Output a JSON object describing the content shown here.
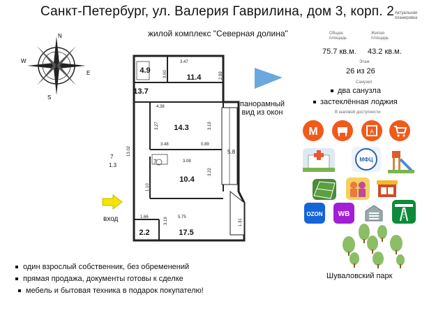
{
  "header": {
    "title": "Санкт-Петербург, ул. Валерия Гаврилина, дом 3, корп. 2",
    "subtitle": "жилой комплекс \"Северная долина\"",
    "badge": "Актуальная планировка"
  },
  "stats": {
    "total_area_label": "Общая площадь",
    "total_area_value": "75.7 кв.м.",
    "living_area_label": "Жилая площадь",
    "living_area_value": "43.2 кв.м.",
    "floor_label": "Этаж",
    "floor_value": "26 из 26",
    "bathroom_label": "Санузел"
  },
  "features": [
    "два санузла",
    "застеклённая лоджия"
  ],
  "walking_label": "В шаговой доступности",
  "floorplan": {
    "rooms": [
      {
        "area": "4.9"
      },
      {
        "area": "11.4"
      },
      {
        "area": "13.7"
      },
      {
        "area": "14.3"
      },
      {
        "area": "10.4"
      },
      {
        "area": "2.2"
      },
      {
        "area": "17.5"
      }
    ],
    "dims": [
      "3.47",
      "3.00",
      "2.99",
      "4.38",
      "3.27",
      "3.19",
      "3.48",
      "0.89",
      "5.8",
      "3.08",
      "3.22",
      "13.02",
      "1.10",
      "1.66",
      "5.75",
      "3.19",
      "1.31"
    ],
    "room_width_label": "7",
    "room_width_sub": "1.3",
    "entrance_label": "вход",
    "compass": {
      "n": "N",
      "s": "S",
      "e": "E",
      "w": "W"
    }
  },
  "panorama_label_line1": "панорамный",
  "panorama_label_line2": "вид из окон",
  "nearby": {
    "icons": [
      "metro-icon",
      "kindergarten-icon",
      "school-icon",
      "shop-icon",
      "hospital-icon",
      "mfc-icon",
      "playground-icon",
      "sports-field-icon",
      "children-icon",
      "cafe-icon",
      "ozon-icon",
      "wildberries-icon",
      "business-center-icon",
      "highway-icon"
    ],
    "mfc_text": "МФЦ",
    "ozon_text": "OZON",
    "wb_text": "WB",
    "park_label": "Шуваловский парк"
  },
  "bottom_notes": [
    "один взрослый собственник, без обременений",
    "прямая продажа, документы готовы к сделке",
    "мебель и бытовая техника в подарок покупателю!"
  ],
  "colors": {
    "accent_orange": "#f05a1a",
    "arrow_blue": "#6aa8de",
    "arrow_yellow": "#f5e400",
    "ozon_blue": "#1565d8",
    "wb_purple": "#a31fd6",
    "highway_green": "#0f8a3a",
    "park_green": "#6fae3f"
  }
}
